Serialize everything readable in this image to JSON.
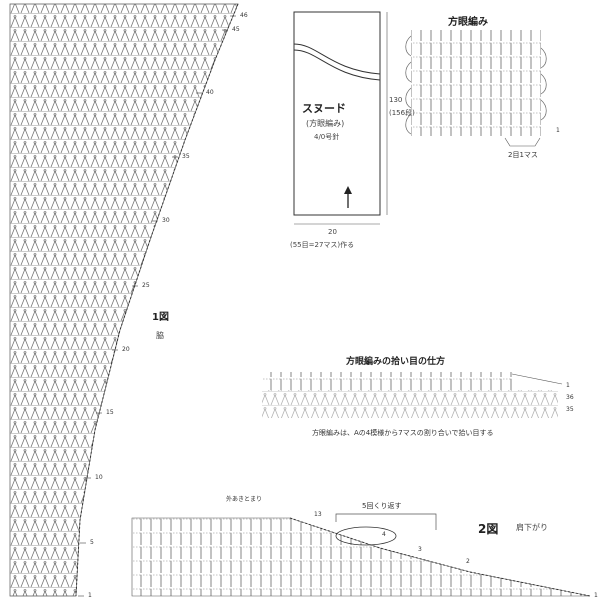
{
  "snood": {
    "title": "スヌード",
    "subtitle": "(方眼編み)",
    "hook": "4/0号針",
    "height": "130",
    "height_rows": "(156段)",
    "width": "20",
    "width_note": "(55目=27マス)作る"
  },
  "mesh_sample": {
    "title": "方眼編み",
    "row_label": "1",
    "footnote": "2目1マス"
  },
  "fig1": {
    "title": "1図",
    "subtitle": "脇",
    "row_numbers": [
      "1",
      "5",
      "10",
      "15",
      "20",
      "25",
      "30",
      "35",
      "40",
      "45",
      "46"
    ]
  },
  "pickup": {
    "title": "方眼編みの拾い目の仕方",
    "rows": [
      "1",
      "36",
      "35"
    ],
    "note": "方眼編みは、Aの4模様から7マスの割り合いで拾い目する"
  },
  "fig2": {
    "title": "2図",
    "subtitle": "肩下がり",
    "repeat_label": "5回くり返す",
    "side_label": "外あきとまり",
    "row_numbers": [
      "13",
      "4",
      "3",
      "2",
      "1"
    ]
  }
}
